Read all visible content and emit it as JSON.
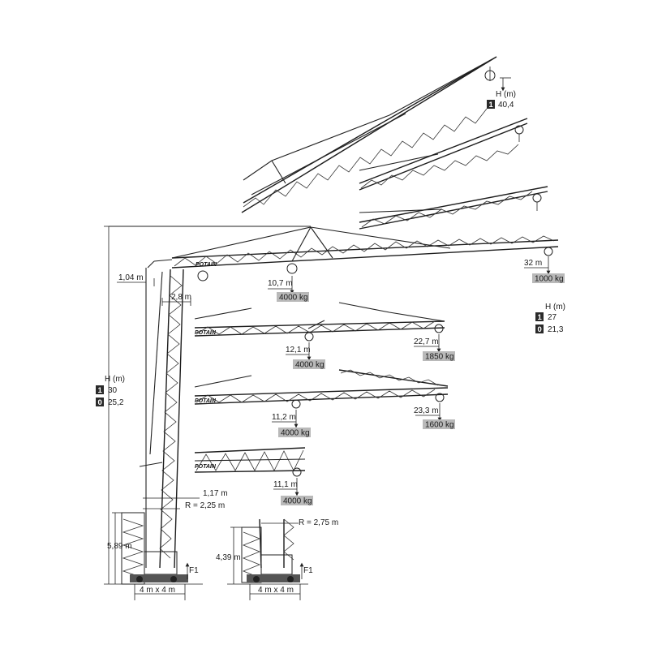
{
  "dimensions": {
    "top_height_value": "40,4",
    "top_height_label": "H (m)",
    "top_config_index": "1",
    "main_jib_radius": "32 m",
    "main_jib_tip_load": "1000 kg",
    "main_jib_inner_radius": "10,7 m",
    "main_jib_inner_load": "4000 kg",
    "right_height_label": "H (m)",
    "right_height_rows": [
      {
        "index": "1",
        "value": "27"
      },
      {
        "index": "0",
        "value": "21,3"
      }
    ],
    "jib2_inner_radius": "12,1 m",
    "jib2_inner_load": "4000 kg",
    "jib2_tip_radius": "22,7 m",
    "jib2_tip_load": "1850 kg",
    "jib3_inner_radius": "11,2 m",
    "jib3_inner_load": "4000 kg",
    "jib3_tip_radius": "23,3 m",
    "jib3_tip_load": "1600 kg",
    "jib4_inner_radius": "11,1 m",
    "jib4_inner_load": "4000 kg",
    "offset_top": "1,04 m",
    "offset_mast": "2,8 m",
    "left_height_label": "H (m)",
    "left_height_rows": [
      {
        "index": "1",
        "value": "30"
      },
      {
        "index": "0",
        "value": "25,2"
      }
    ],
    "base_left_height": "5,89 m",
    "base_left_offset": "1,17 m",
    "base_left_radius": "R = 2,25 m",
    "base_left_footprint": "4 m x 4 m",
    "base_left_force": "F1",
    "base_right_height": "4,39 m",
    "base_right_radius": "R = 2,75 m",
    "base_right_footprint": "4 m x 4 m",
    "base_right_force": "F1"
  },
  "brand": "POTAIN"
}
